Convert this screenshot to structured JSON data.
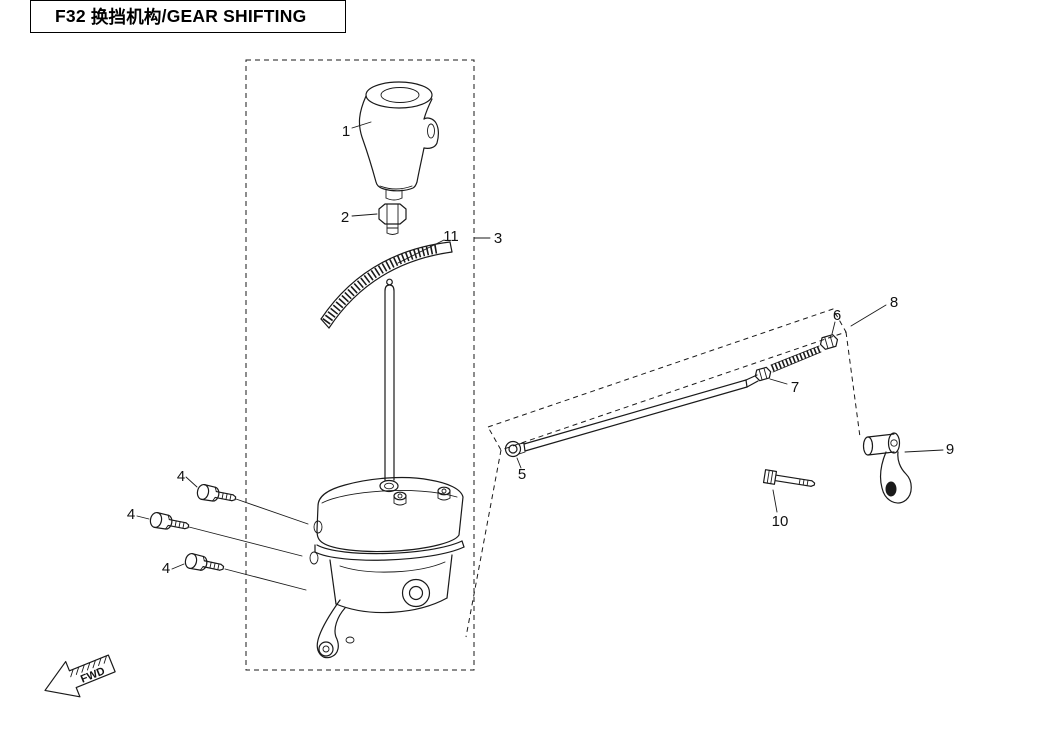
{
  "header": {
    "code": "F32",
    "title_cn": "换挡机构",
    "separator": "/",
    "title_en": "GEAR SHIFTING"
  },
  "callouts": {
    "c1": {
      "label": "1"
    },
    "c2": {
      "label": "2"
    },
    "c3": {
      "label": "3"
    },
    "c4a": {
      "label": "4"
    },
    "c4b": {
      "label": "4"
    },
    "c4c": {
      "label": "4"
    },
    "c5": {
      "label": "5"
    },
    "c6": {
      "label": "6"
    },
    "c7": {
      "label": "7"
    },
    "c8": {
      "label": "8"
    },
    "c9": {
      "label": "9"
    },
    "c10": {
      "label": "10"
    },
    "c11": {
      "label": "11"
    }
  },
  "direction": {
    "label": "FWD"
  },
  "colors": {
    "line": "#1a1a1a",
    "background": "#ffffff"
  }
}
